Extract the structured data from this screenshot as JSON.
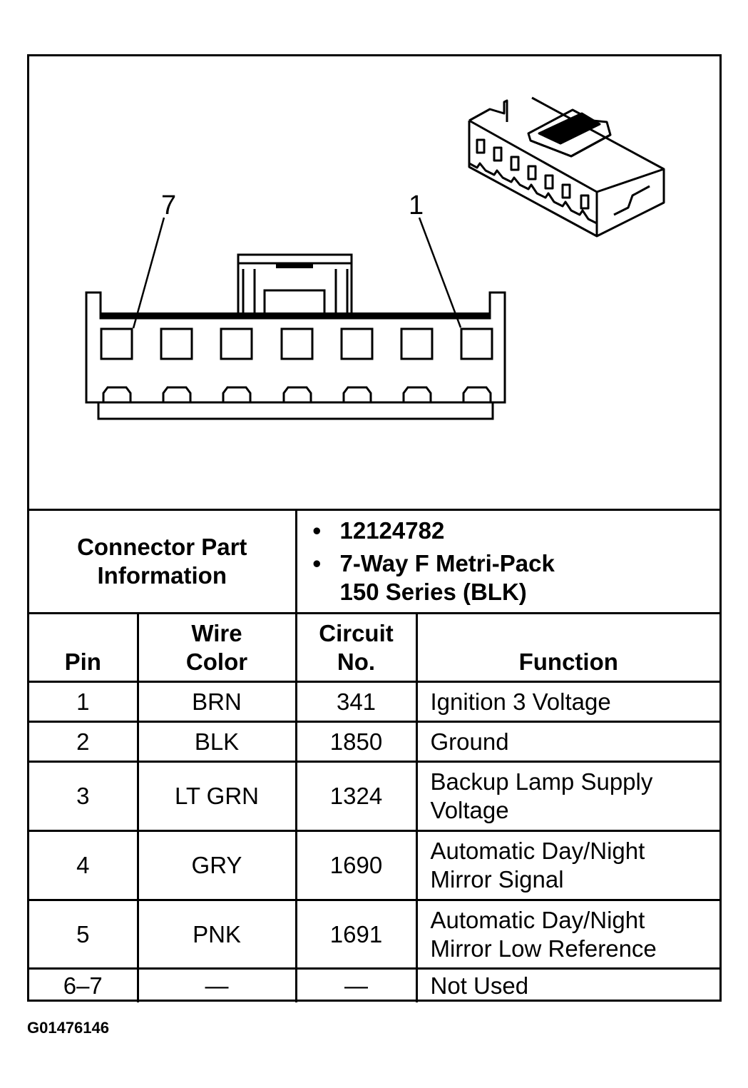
{
  "diagram": {
    "pin_labels": {
      "left": "7",
      "right": "1"
    }
  },
  "part_info": {
    "label_line1": "Connector Part",
    "label_line2": "Information",
    "part_number": "12124782",
    "description_line1": "7-Way F Metri-Pack",
    "description_line2": "150 Series (BLK)"
  },
  "table": {
    "headers": {
      "pin": "Pin",
      "wire_line1": "Wire",
      "wire_line2": "Color",
      "circuit_line1": "Circuit",
      "circuit_line2": "No.",
      "function": "Function"
    },
    "rows": [
      {
        "pin": "1",
        "wire": "BRN",
        "circuit": "341",
        "function_line1": "Ignition 3 Voltage",
        "function_line2": ""
      },
      {
        "pin": "2",
        "wire": "BLK",
        "circuit": "1850",
        "function_line1": "Ground",
        "function_line2": ""
      },
      {
        "pin": "3",
        "wire": "LT GRN",
        "circuit": "1324",
        "function_line1": "Backup Lamp Supply",
        "function_line2": "Voltage"
      },
      {
        "pin": "4",
        "wire": "GRY",
        "circuit": "1690",
        "function_line1": "Automatic Day/Night",
        "function_line2": "Mirror Signal"
      },
      {
        "pin": "5",
        "wire": "PNK",
        "circuit": "1691",
        "function_line1": "Automatic Day/Night",
        "function_line2": "Mirror Low Reference"
      },
      {
        "pin": "6–7",
        "wire": "—",
        "circuit": "—",
        "function_line1": "Not Used",
        "function_line2": ""
      }
    ]
  },
  "figure_id": "G01476146"
}
